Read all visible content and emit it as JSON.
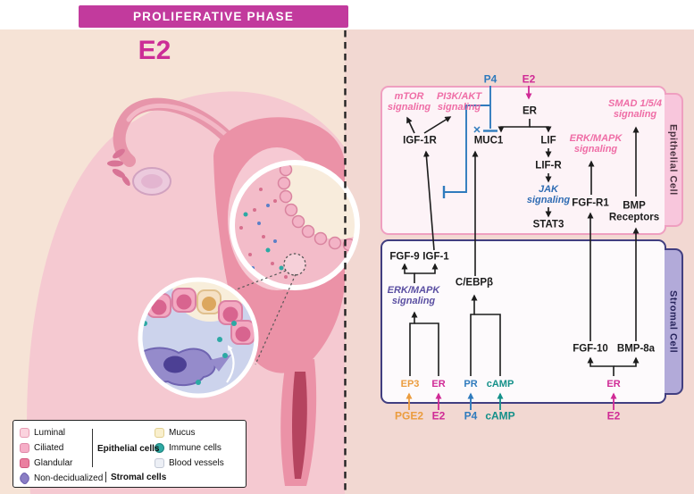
{
  "banner": {
    "title": "PROLIFERATIVE PHASE"
  },
  "left": {
    "hormone": "E2"
  },
  "colors": {
    "banner": "#c23a9d",
    "e2": "#d02a96",
    "p4": "#2f7bbd",
    "camp": "#149089",
    "pge2": "#eb9c3e",
    "pink_signaling": "#ef6da6",
    "purple_signaling": "#5a4fa2",
    "jak_blue": "#2f6cb3"
  },
  "epithelial": {
    "tab": "Epithelial Cell",
    "p4": "P4",
    "e2": "E2",
    "mtor": "mTOR signaling",
    "pi3k": "PI3K/AKT signaling",
    "er": "ER",
    "igf1r": "IGF-1R",
    "muc1": "MUC1",
    "lif": "LIF",
    "lifr": "LIF-R",
    "jak": "JAK signaling",
    "stat3": "STAT3",
    "erk": "ERK/MAPK signaling",
    "smad": "SMAD 1/5/4 signaling",
    "fgfr1": "FGF-R1",
    "bmpr": "BMP Receptors",
    "block": "✕"
  },
  "stromal": {
    "tab": "Stromal Cell",
    "fgf9": "FGF-9",
    "igf1": "IGF-1",
    "erk": "ERK/MAPK signaling",
    "cebpb": "C/EBPβ",
    "ep3": "EP3",
    "er_left": "ER",
    "pr": "PR",
    "camp_receptor": "cAMP",
    "fgf10": "FGF-10",
    "bmp8a": "BMP-8a",
    "er_right": "ER"
  },
  "ligands": {
    "pge2": "PGE2",
    "e2_left": "E2",
    "p4": "P4",
    "camp": "cAMP",
    "e2_right": "E2"
  },
  "legend": {
    "epithelial_group": "Epithelial cells",
    "stromal_group": "Stromal cells",
    "items": [
      {
        "label": "Luminal"
      },
      {
        "label": "Ciliated"
      },
      {
        "label": "Glandular"
      },
      {
        "label": "Non-decidualized"
      },
      {
        "label": "Mucus"
      },
      {
        "label": "Immune cells"
      },
      {
        "label": "Blood vessels"
      }
    ]
  }
}
